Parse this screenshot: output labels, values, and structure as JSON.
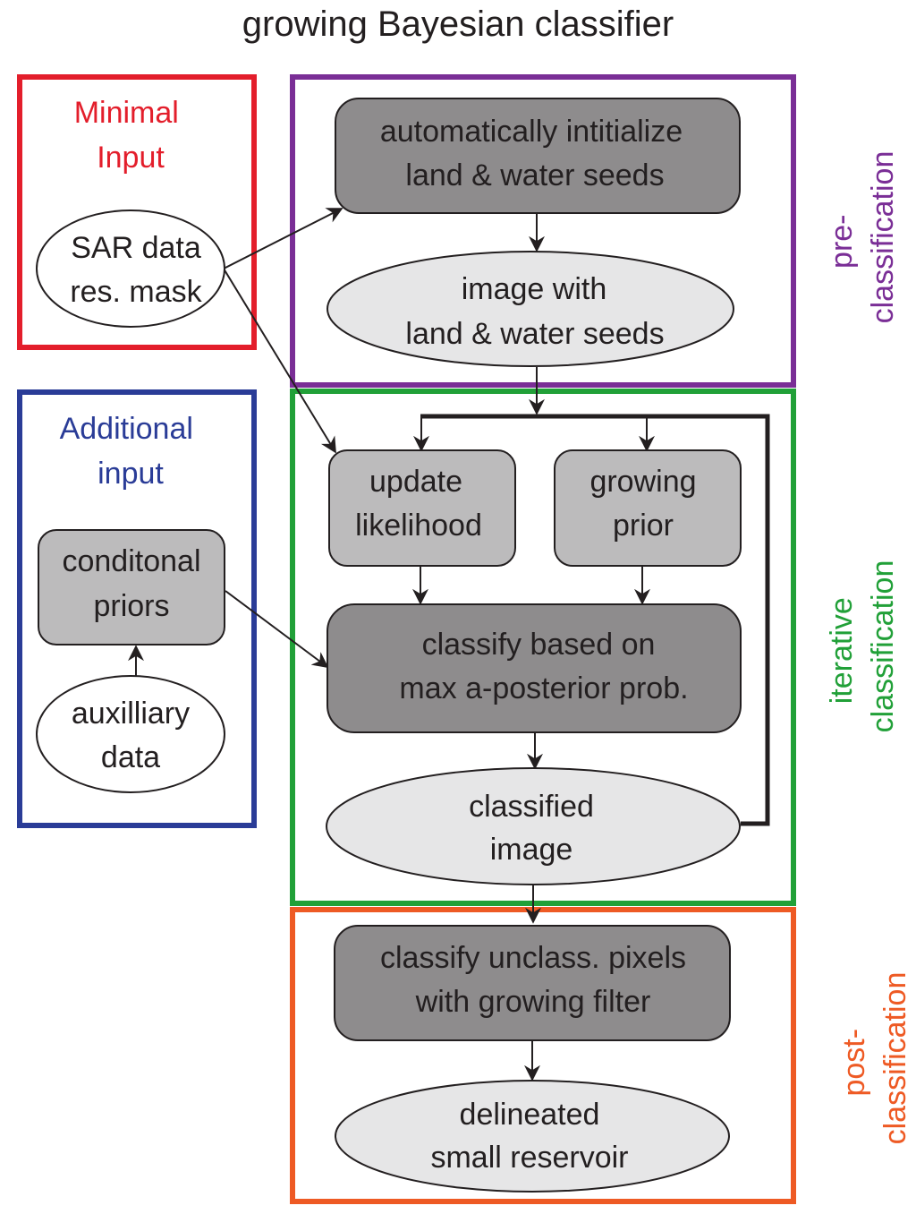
{
  "title": "growing Bayesian classifier",
  "colors": {
    "minimal": "#e31e2b",
    "additional": "#2a3c97",
    "pre": "#7a2e96",
    "iterative": "#21a038",
    "post": "#ee5a24",
    "dark_node": "#8e8c8d",
    "light_node": "#bcbbbc",
    "ellipse_fill": "#e6e6e7",
    "stroke": "#231f20"
  },
  "groups": {
    "minimal": {
      "label": [
        "Minimal",
        "Input"
      ]
    },
    "additional": {
      "label": [
        "Additional",
        "input"
      ]
    },
    "pre": {
      "label": [
        "pre-",
        "classification"
      ]
    },
    "iterative": {
      "label": [
        "iterative",
        "classification"
      ]
    },
    "post": {
      "label": [
        "post-",
        "classification"
      ]
    }
  },
  "nodes": {
    "sar": {
      "lines": [
        "SAR data",
        "res. mask"
      ]
    },
    "init": {
      "lines": [
        "automatically intitialize",
        "land & water seeds"
      ]
    },
    "seeds": {
      "lines": [
        "image with",
        "land & water seeds"
      ]
    },
    "likelihood": {
      "lines": [
        "update",
        "likelihood"
      ]
    },
    "prior": {
      "lines": [
        "growing",
        "prior"
      ]
    },
    "cond": {
      "lines": [
        "conditonal",
        "priors"
      ]
    },
    "aux": {
      "lines": [
        "auxilliary",
        "data"
      ]
    },
    "classify": {
      "lines": [
        "classify based on",
        "max a-posterior prob."
      ]
    },
    "classified": {
      "lines": [
        "classified",
        "image"
      ]
    },
    "unclass": {
      "lines": [
        "classify unclass. pixels",
        "with growing filter"
      ]
    },
    "reservoir": {
      "lines": [
        "delineated",
        "small reservoir"
      ]
    }
  }
}
